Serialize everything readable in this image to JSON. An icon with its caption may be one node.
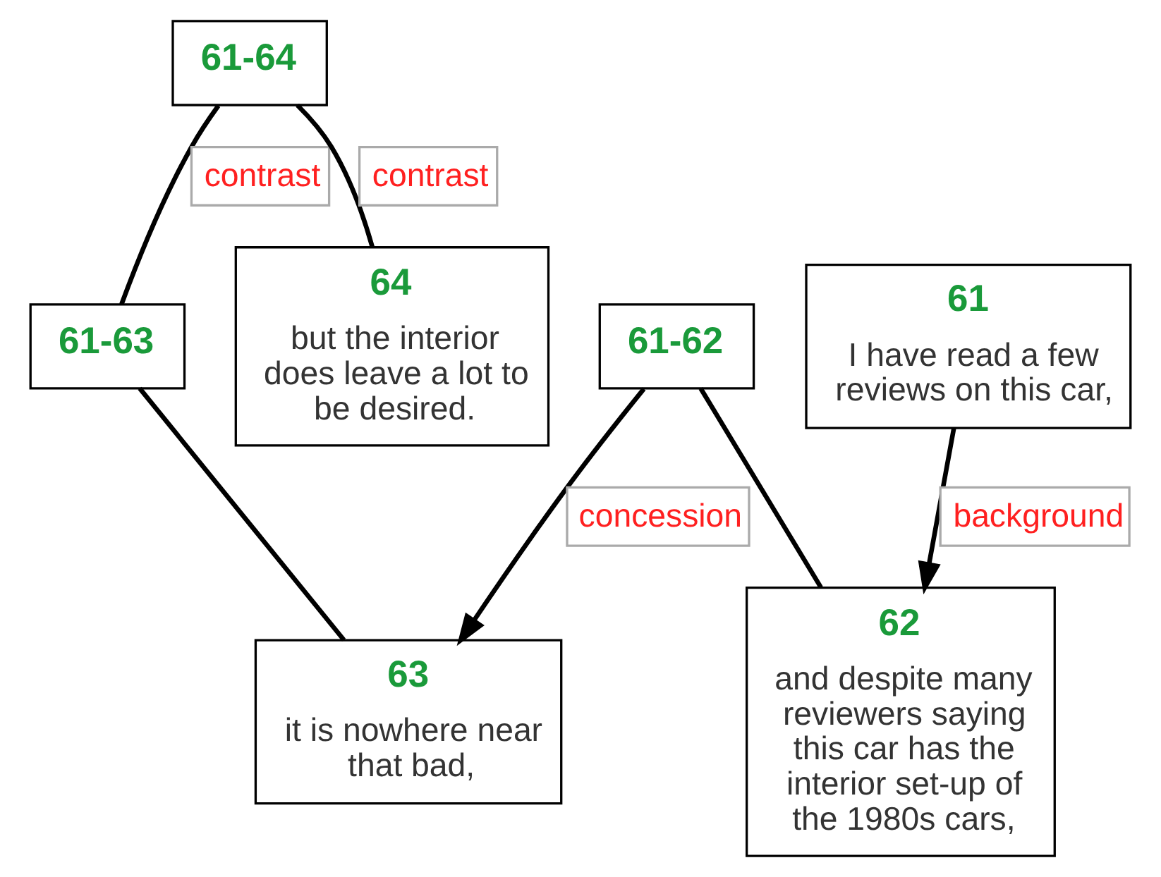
{
  "diagram": {
    "nodes": [
      {
        "text": [
          "61-64"
        ]
      },
      {
        "text": [
          "61-63"
        ]
      },
      {
        "text": [
          "64",
          "but the interior does leave a lot to be desired."
        ]
      },
      {
        "text": [
          "61-62"
        ]
      },
      {
        "text": [
          "63",
          "it is nowhere near that bad,"
        ]
      },
      {
        "text": [
          "61",
          "I have read a few reviews on this car,"
        ]
      },
      {
        "text": [
          "62",
          "and despite many reviewers saying this car has the interior set-up of the 1980s cars,"
        ]
      }
    ],
    "edges": [
      {
        "from": 0,
        "to": 1,
        "arrow": "none",
        "label": "contrast"
      },
      {
        "from": 0,
        "to": 2,
        "arrow": "none",
        "label": "contrast"
      },
      {
        "from": 3,
        "to": 4,
        "arrow": "to",
        "label": "concession"
      },
      {
        "from": 1,
        "to": 4,
        "arrow": "none"
      },
      {
        "from": 5,
        "to": 6,
        "arrow": "to",
        "label": "background"
      },
      {
        "from": 3,
        "to": 6,
        "arrow": "none"
      }
    ]
  }
}
